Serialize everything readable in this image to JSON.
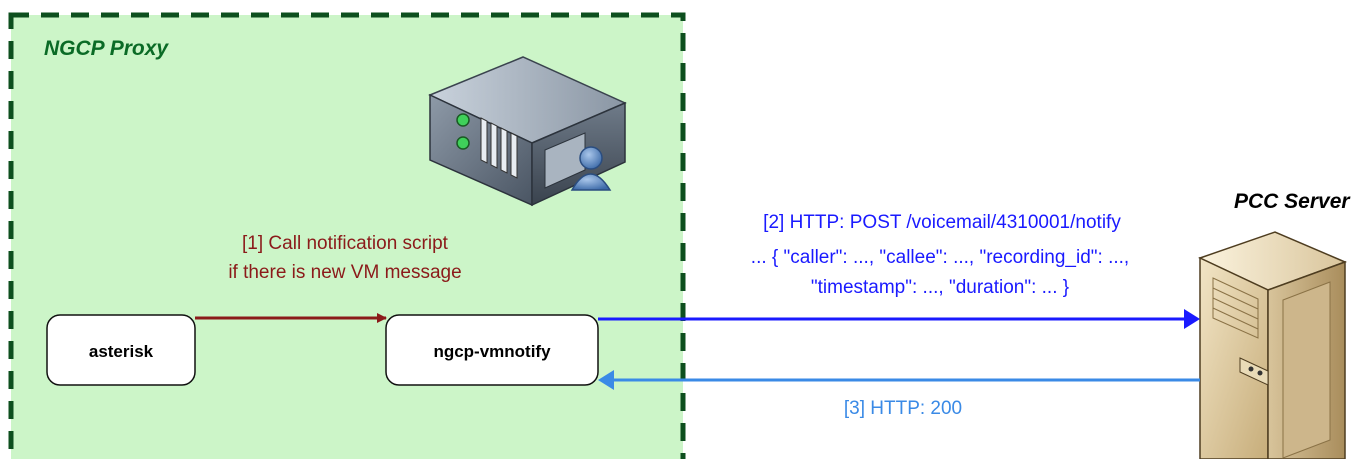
{
  "proxy": {
    "title": "NGCP Proxy"
  },
  "nodes": {
    "asterisk": "asterisk",
    "vmnotify": "ngcp-vmnotify"
  },
  "server": {
    "title": "PCC Server"
  },
  "edges": {
    "call_notification": {
      "line1": "[1] Call notification script",
      "line2": "if there is new VM message",
      "color": "#8b1a1a"
    },
    "http_post": {
      "line1": "[2] HTTP: POST /voicemail/4310001/notify",
      "line2": "... { \"caller\": ..., \"callee\": ..., \"recording_id\": ...,",
      "line3": "\"timestamp\": ..., \"duration\": ... }",
      "color": "#1a1aff"
    },
    "http_response": {
      "line1": "[3] HTTP: 200",
      "color": "#3a8ae6"
    }
  },
  "colors": {
    "proxy_fill": "#ccf5c8",
    "proxy_border": "#0d4f1e"
  },
  "icons": {
    "proxy_server": "rack-server-with-user-icon",
    "pcc_server": "tower-server-icon"
  }
}
